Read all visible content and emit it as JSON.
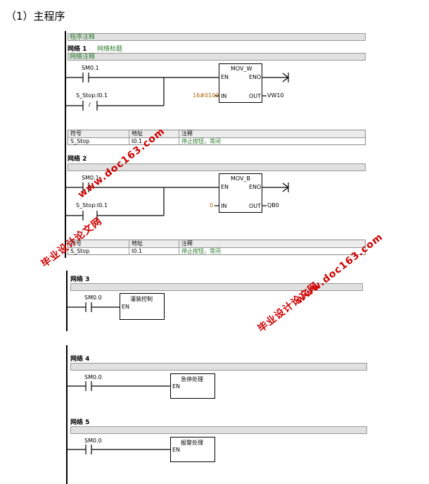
{
  "heading": "（1）主程序",
  "program_comment": "程序注释",
  "networks": [
    {
      "label": "网络 1",
      "title": "网络标题",
      "comment": "网络注释",
      "contact1": "SM0.1",
      "contact2": "S_Stop:I0.1",
      "contact2_mark": "/",
      "block_name": "MOV_W",
      "en": "EN",
      "eno": "ENO",
      "in_label": "IN",
      "out_label": "OUT",
      "in_value": "16#0100",
      "out_value": "VW10",
      "table": {
        "headers": [
          "符号",
          "地址",
          "注释"
        ],
        "row": [
          "S_Stop",
          "I0.1",
          "停止按钮，常闭"
        ]
      }
    },
    {
      "label": "网络 2",
      "contact1": "SM0.1",
      "contact2": "S_Stop:I0.1",
      "block_name": "MOV_B",
      "en": "EN",
      "eno": "ENO",
      "in_label": "IN",
      "out_label": "OUT",
      "in_value": "0",
      "out_value": "QB0",
      "table": {
        "headers": [
          "符号",
          "地址",
          "注释"
        ],
        "row": [
          "S_Stop",
          "I0.1",
          "停止按钮，常闭"
        ]
      }
    },
    {
      "label": "网络 3",
      "contact1": "SM0.0",
      "block_name": "灌装控制",
      "en": "EN"
    },
    {
      "label": "网络 4",
      "contact1": "SM0.0",
      "block_name": "急停处理",
      "en": "EN"
    },
    {
      "label": "网络 5",
      "contact1": "SM0.0",
      "block_name": "报警处理",
      "en": "EN"
    }
  ],
  "watermarks": {
    "site": "www.doc163.com",
    "cn": "毕业设计论文网",
    "color": "#d00000"
  }
}
